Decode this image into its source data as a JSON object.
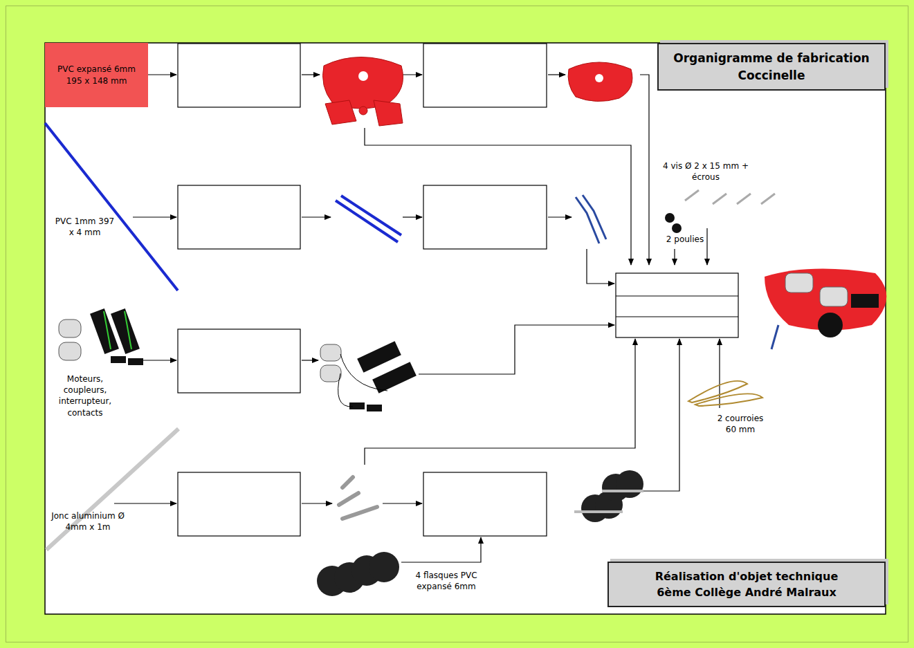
{
  "diagram": {
    "title": "Organigramme de fabrication Coccinelle",
    "caption": "Réalisation d'objet technique 6ème Collège André Malraux",
    "nodes": [
      {
        "text": [
          "PVC expansé 6mm 195 x 148 mm"
        ]
      }
    ],
    "labels": [
      "PVC 1mm 397 x 4 mm",
      "Moteurs, coupleurs, interrupteur, contacts",
      "Jonc aluminium Ø 4mm x 1m",
      "4 flasques PVC expansé 6mm",
      "4 vis Ø 2 x 15 mm + écrous",
      "2 poulies",
      "2 courroies 60 mm"
    ]
  }
}
